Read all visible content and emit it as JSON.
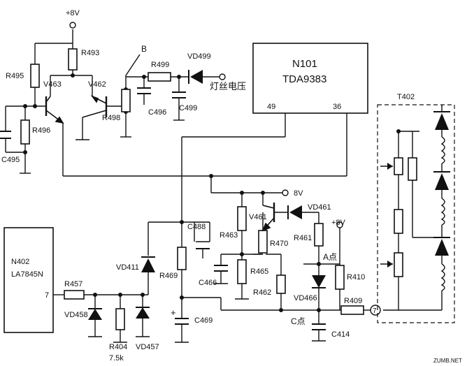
{
  "supply": {
    "plus8v_top": "+8V",
    "v8_mid": "8V",
    "plus8v_right": "+8V"
  },
  "points": {
    "B": "B",
    "A": "A点",
    "C": "C点"
  },
  "filament_label": "灯丝电压",
  "ic_n101": {
    "name": "N101",
    "part": "TDA9383",
    "pin49": "49",
    "pin36": "36"
  },
  "ic_n402": {
    "name": "N402",
    "part": "LA7845N",
    "pin": "7"
  },
  "transformer": {
    "name": "T402",
    "pin7": "7"
  },
  "transistors": {
    "v463": "V463",
    "v462": "V462",
    "v461": "V461"
  },
  "resistors": {
    "r493": "R493",
    "r495": "R495",
    "r496": "R496",
    "r498": "R498",
    "r499": "R499",
    "r457": "R457",
    "r404": "R404",
    "r404_value": "7.5k",
    "r469": "R469",
    "r463": "R463",
    "r470": "R470",
    "r465": "R465",
    "r462": "R462",
    "r461": "R461",
    "r410": "R410",
    "r409": "R409"
  },
  "capacitors": {
    "c495": "C495",
    "c496": "C496",
    "c499": "C499",
    "c488": "C488",
    "c469": "C469",
    "c466": "C466",
    "c414": "C414"
  },
  "diodes": {
    "vd499": "VD499",
    "vd458": "VD458",
    "vd457": "VD457",
    "vd411": "VD411",
    "vd461": "VD461",
    "vd466": "VD466"
  },
  "watermark": "ZUMB.NET"
}
